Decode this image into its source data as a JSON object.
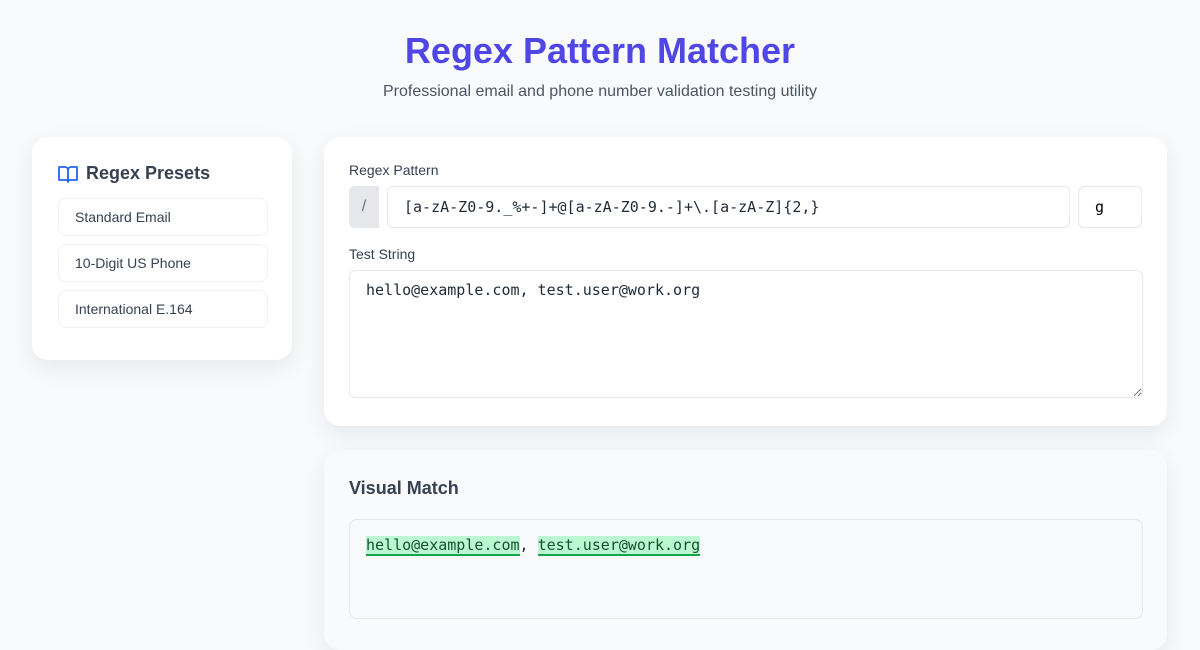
{
  "header": {
    "title": "Regex Pattern Matcher",
    "subtitle": "Professional email and phone number validation testing utility"
  },
  "sidebar": {
    "title": "Regex Presets",
    "icon": "book-open-icon",
    "presets": [
      {
        "label": "Standard Email"
      },
      {
        "label": "10-Digit US Phone"
      },
      {
        "label": "International E.164"
      }
    ]
  },
  "editor": {
    "pattern_label": "Regex Pattern",
    "delimiter": "/",
    "pattern": "[a-zA-Z0-9._%+-]+@[a-zA-Z0-9.-]+\\.[a-zA-Z]{2,}",
    "flags": "g",
    "test_label": "Test String",
    "test_string": "hello@example.com, test.user@work.org"
  },
  "visual": {
    "title": "Visual Match",
    "matches": [
      "hello@example.com",
      "test.user@work.org"
    ],
    "separator": ", "
  }
}
